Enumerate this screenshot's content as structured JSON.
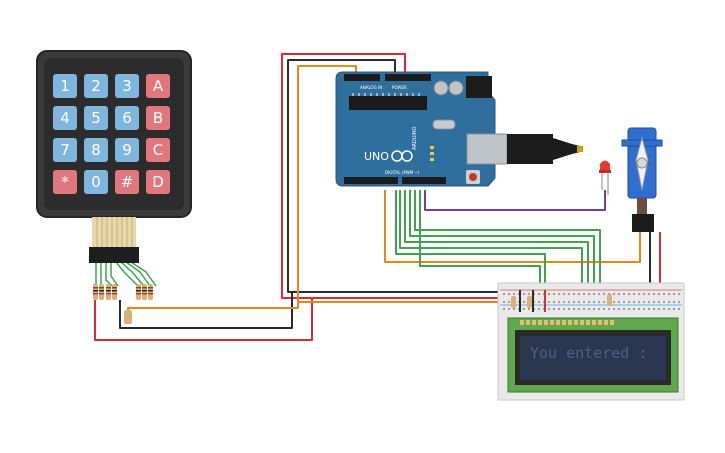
{
  "keypad": {
    "rows": [
      [
        "1",
        "2",
        "3",
        "A"
      ],
      [
        "4",
        "5",
        "6",
        "B"
      ],
      [
        "7",
        "8",
        "9",
        "C"
      ],
      [
        "*",
        "0",
        "#",
        "D"
      ]
    ],
    "digit_color": "#7fb6de",
    "letter_color": "#e0777c",
    "body_color": "#3a3a3a"
  },
  "arduino": {
    "model": "UNO",
    "brand": "ARDUINO",
    "analog_label": "ANALOG IN",
    "power_label": "POWER",
    "digital_label": "DIGITAL (PWM ~)",
    "board_color": "#2f6f9e"
  },
  "lcd": {
    "text": "You entered :",
    "screen_color": "#2b3650",
    "pcb_color": "#5fa94c"
  },
  "wire_colors": {
    "red": "#d32f2f",
    "black": "#2b2b2b",
    "orange": "#e08a1c",
    "green": "#3fa34d",
    "purple": "#7b3b9e"
  }
}
